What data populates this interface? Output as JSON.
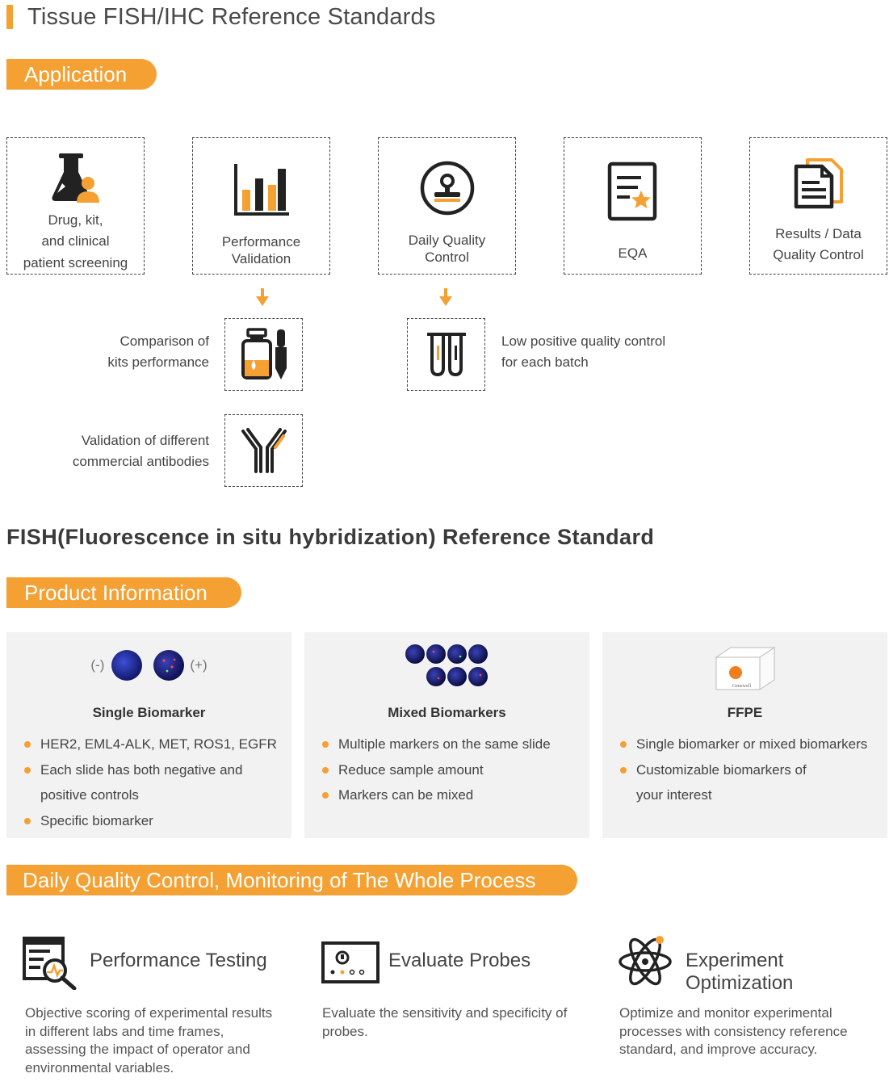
{
  "page": {
    "title": "Tissue FISH/IHC Reference Standards"
  },
  "application": {
    "pill_label": "Application",
    "items": [
      {
        "icon": "flask-person-icon",
        "label_lines": [
          "Drug, kit,",
          "and clinical",
          "patient screening"
        ]
      },
      {
        "icon": "bar-chart-icon",
        "label_lines": [
          "Performance",
          "Validation"
        ]
      },
      {
        "icon": "stamp-icon",
        "label_lines": [
          "Daily Quality",
          "Control"
        ]
      },
      {
        "icon": "document-star-icon",
        "label_lines": [
          "EQA"
        ]
      },
      {
        "icon": "documents-icon",
        "label_lines": [
          "Results / Data",
          "Quality Control"
        ]
      }
    ],
    "sub": [
      {
        "icon": "reagent-bottle-dropper-icon",
        "label_lines": [
          "Comparison of",
          "kits performance"
        ]
      },
      {
        "icon": "antibody-icon",
        "label_lines": [
          "Validation of different",
          "commercial antibodies"
        ]
      },
      {
        "icon": "test-tubes-icon",
        "label_lines": [
          "Low positive quality control",
          "for each batch"
        ]
      }
    ]
  },
  "fish": {
    "title": "FISH(Fluorescence in situ hybridization) Reference Standard",
    "pill_label": "Product Information",
    "neg_label": "(-)",
    "pos_label": "(+)",
    "box_brand": "Genewell",
    "cards": [
      {
        "title": "Single Biomarker",
        "bullets": [
          "HER2, EML4-ALK, MET, ROS1, EGFR",
          "Each slide has both negative and",
          "positive controls",
          "Specific biomarker"
        ],
        "bullet_dots": [
          true,
          true,
          false,
          true
        ]
      },
      {
        "title": "Mixed Biomarkers",
        "bullets": [
          "Multiple markers on the same slide",
          "Reduce sample amount",
          "Markers can be mixed"
        ],
        "bullet_dots": [
          true,
          true,
          true
        ]
      },
      {
        "title": "FFPE",
        "bullets": [
          "Single biomarker or mixed biomarkers",
          "Customizable biomarkers of",
          "your interest"
        ],
        "bullet_dots": [
          true,
          true,
          false
        ]
      }
    ]
  },
  "daily": {
    "pill_label": "Daily Quality Control, Monitoring of The Whole Process",
    "features": [
      {
        "icon": "report-magnifier-icon",
        "title": "Performance Testing",
        "desc_lines": [
          "Objective scoring of experimental results",
          "in different labs and time frames,",
          "assessing the impact of operator and",
          "environmental variables."
        ]
      },
      {
        "icon": "probe-slide-icon",
        "title": "Evaluate Probes",
        "desc_lines": [
          "Evaluate the sensitivity and specificity of",
          "probes."
        ]
      },
      {
        "icon": "atom-icon",
        "title": "Experiment Optimization",
        "desc_lines": [
          "Optimize and monitor experimental",
          "processes with consistency reference",
          "standard, and improve accuracy."
        ]
      }
    ]
  },
  "colors": {
    "accent": "#f5a033",
    "dark": "#222222",
    "card_bg": "#f2f2f2"
  }
}
